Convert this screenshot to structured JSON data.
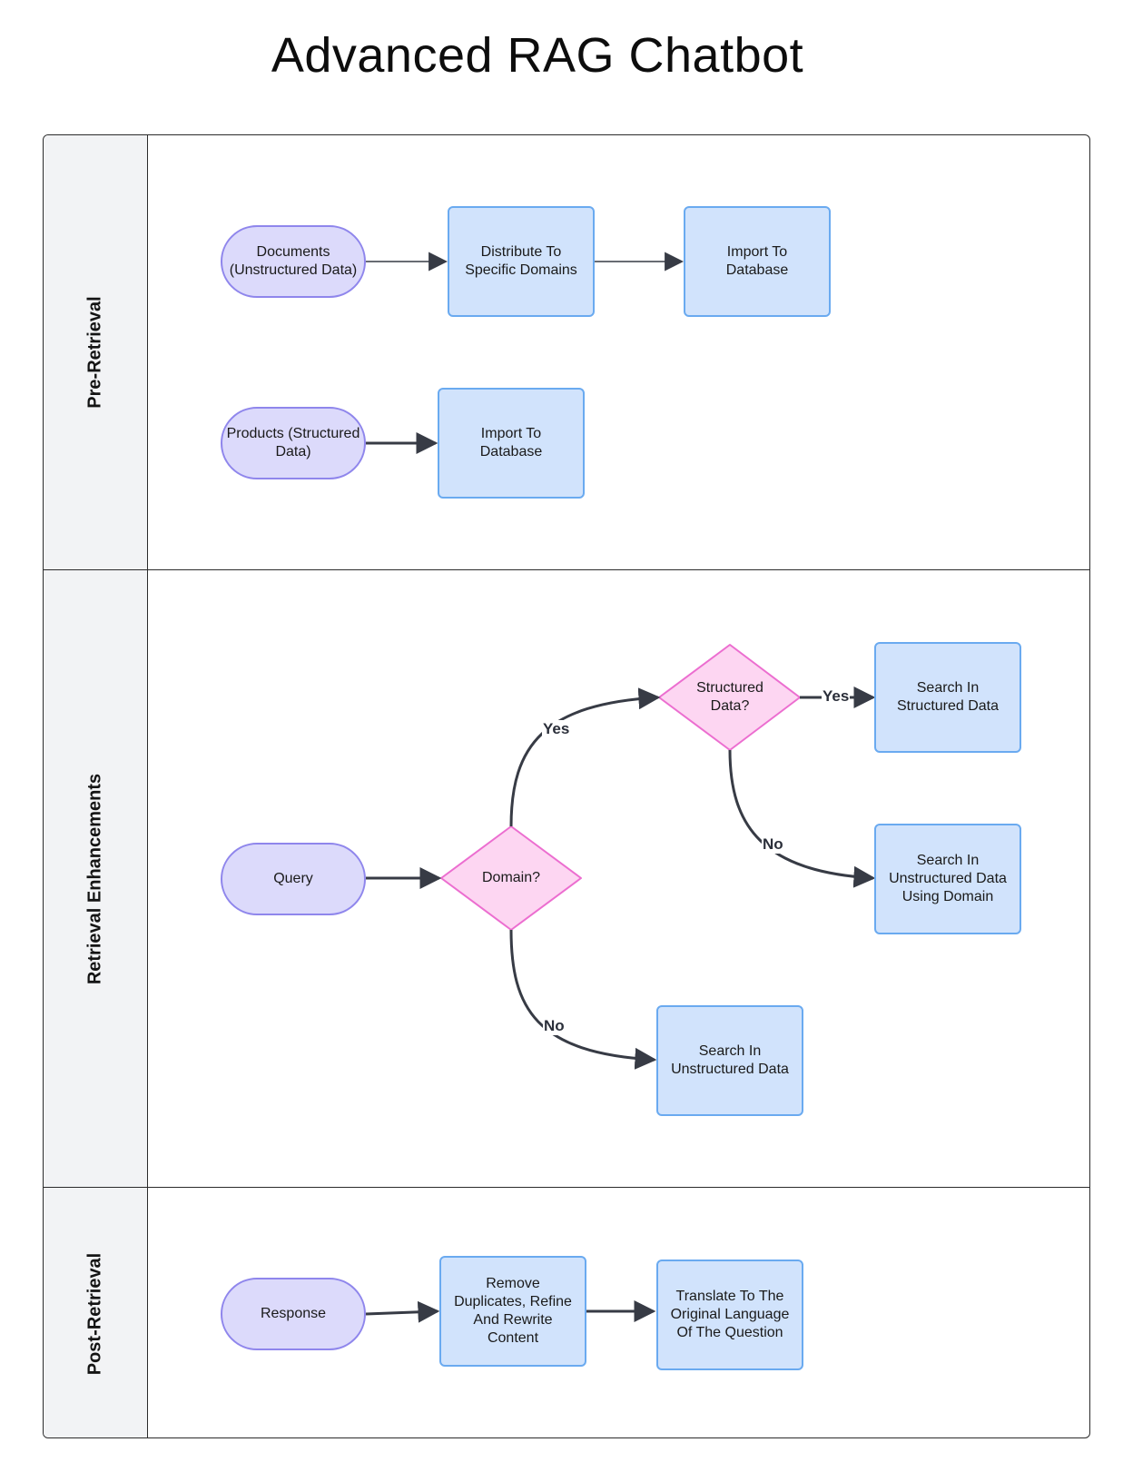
{
  "title": "Advanced RAG Chatbot",
  "lanes": {
    "pre": {
      "label": "Pre-Retrieval"
    },
    "retrieval": {
      "label": "Retrieval Enhancements"
    },
    "post": {
      "label": "Post-Retrieval"
    }
  },
  "nodes": {
    "documents": "Documents (Unstructured Data)",
    "distribute": "Distribute To Specific Domains",
    "import_db_1": "Import To Database",
    "products": "Products (Structured Data)",
    "import_db_2": "Import To Database",
    "query": "Query",
    "domain_decision": "Domain?",
    "structured_decision": "Structured Data?",
    "search_structured": "Search In Structured Data",
    "search_unstructured_domain": "Search In Unstructured Data Using Domain",
    "search_unstructured": "Search In Unstructured Data",
    "response": "Response",
    "remove_duplicates": "Remove Duplicates, Refine And Rewrite Content",
    "translate": "Translate To The Original Language Of The Question"
  },
  "edge_labels": {
    "domain_yes": "Yes",
    "domain_no": "No",
    "structured_yes": "Yes",
    "structured_no": "No"
  },
  "colors": {
    "terminal_fill": "#dcdafb",
    "terminal_border": "#8f86ec",
    "process_fill": "#d1e3fc",
    "process_border": "#6aaaf0",
    "decision_fill": "#fdd6f2",
    "decision_border": "#ec6ed0",
    "edge": "#373b45"
  }
}
